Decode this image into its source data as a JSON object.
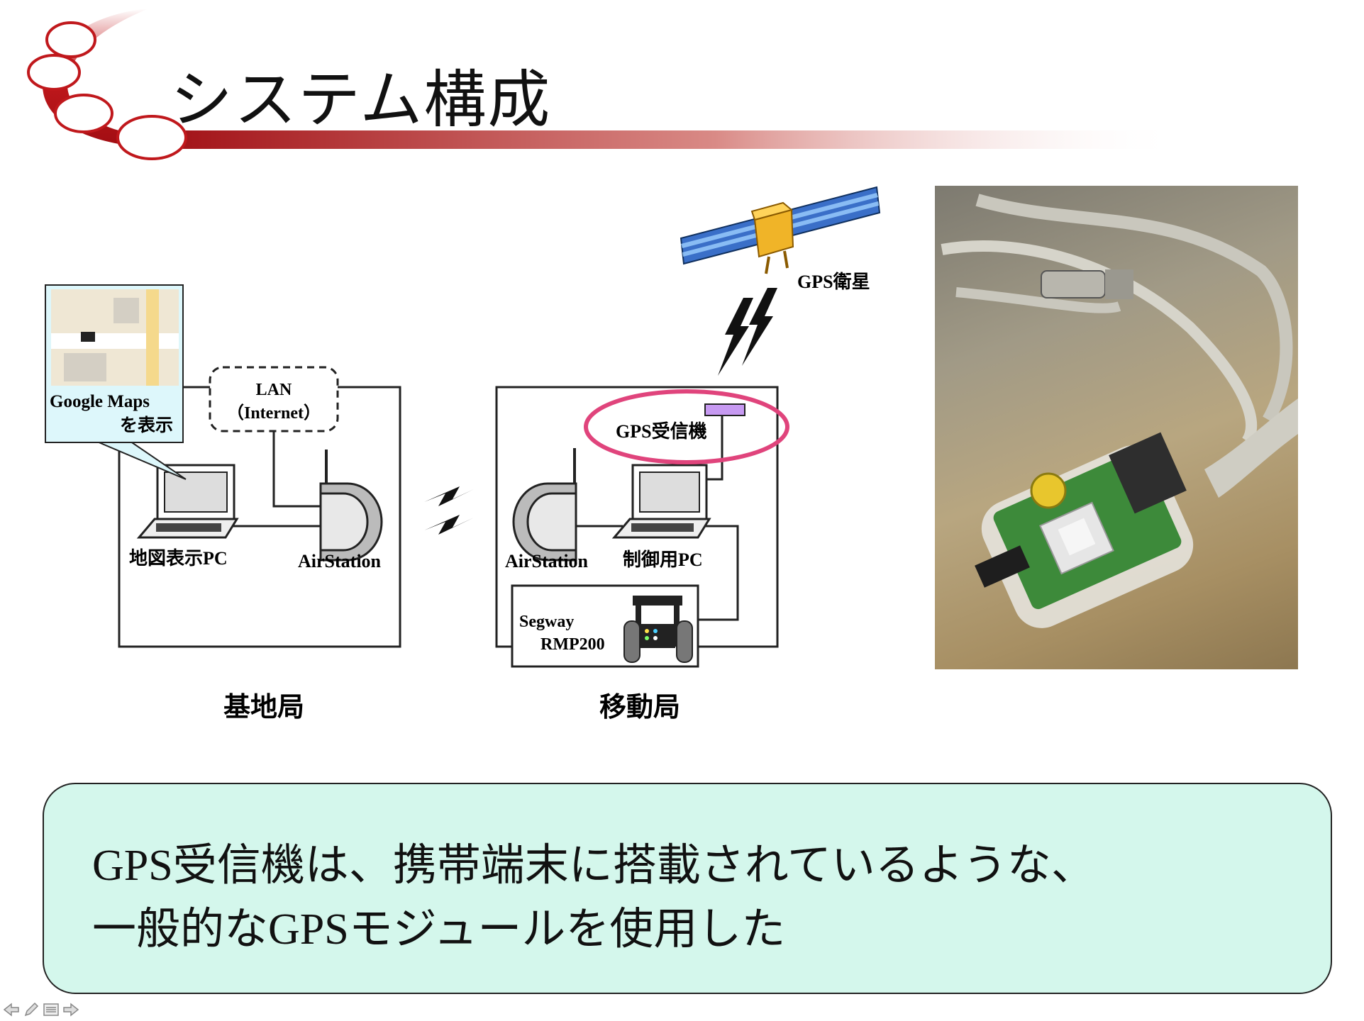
{
  "slide": {
    "title": "システム構成"
  },
  "diagram": {
    "map_callout": {
      "line1": "Google Maps",
      "line2": "を表示"
    },
    "lan_cloud": {
      "line1": "LAN",
      "line2": "（Internet）"
    },
    "satellite_label": "GPS衛星",
    "gps_receiver_label": "GPS受信機",
    "base_station": {
      "pc_label": "地図表示PC",
      "airstation_label": "AirStation",
      "station_label": "基地局"
    },
    "mobile_station": {
      "airstation_label": "AirStation",
      "pc_label": "制御用PC",
      "robot_line1": "Segway",
      "robot_line2": "RMP200",
      "station_label": "移動局"
    }
  },
  "callout": {
    "line1": "GPS受信機は、携帯端末に搭載されているような、",
    "line2": "一般的なGPSモジュールを使用した"
  },
  "colors": {
    "accent_red": "#c0181c",
    "highlight_pink": "#e0447c",
    "callout_bg": "#d4f7ec"
  }
}
